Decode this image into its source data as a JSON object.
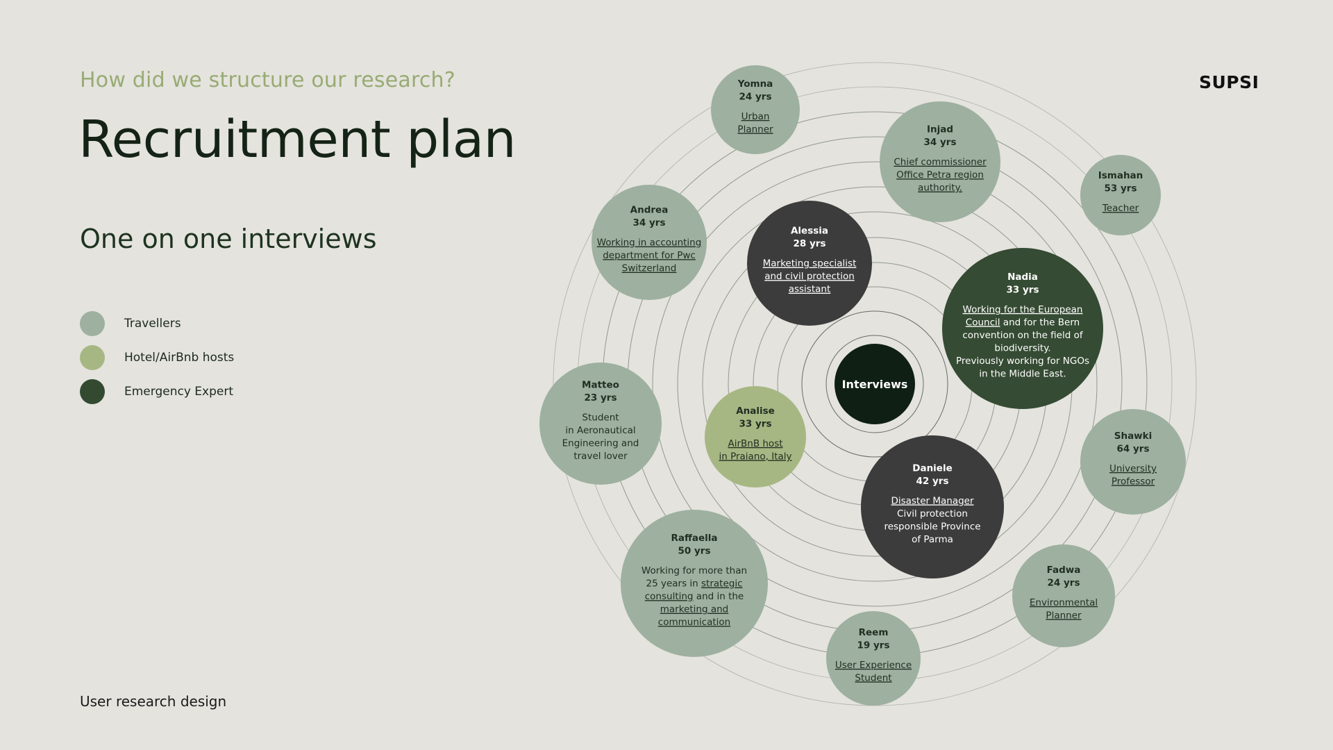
{
  "header": {
    "subtitle": "How did we structure our research?",
    "title": "Recruitment plan",
    "section": "One on one interviews",
    "brand": "SUPSI"
  },
  "footer": {
    "text": "User research design"
  },
  "legend": [
    {
      "label": "Travellers",
      "color": "#9eb09f"
    },
    {
      "label": "Hotel/AirBnb hosts",
      "color": "#a7b783"
    },
    {
      "label": "Emergency Expert",
      "color": "#334a31"
    }
  ],
  "colors": {
    "background": "#e4e3de",
    "traveller": "#9eb09f",
    "host": "#a7b783",
    "expert_dark": "#3c3c3c",
    "expert_green": "#354b33",
    "center": "#0f1f14",
    "rings": "#8a8f88"
  },
  "diagram": {
    "center_label": "Interviews",
    "nodes": [
      {
        "id": "yomna",
        "category": "traveller",
        "name": "Yomna",
        "age": "24 yrs",
        "lines": [
          [
            {
              "t": "Urban ",
              "u": true
            }
          ],
          [
            {
              "t": "Planner",
              "u": true
            }
          ]
        ]
      },
      {
        "id": "injad",
        "category": "traveller",
        "name": "Injad",
        "age": "34 yrs",
        "lines": [
          [
            {
              "t": "Chief commissioner",
              "u": true
            }
          ],
          [
            {
              "t": "Office Petra region",
              "u": true
            }
          ],
          [
            {
              "t": "authority.",
              "u": true
            }
          ]
        ]
      },
      {
        "id": "ismahan",
        "category": "traveller",
        "name": "Ismahan",
        "age": "53 yrs",
        "lines": [
          [
            {
              "t": "Teacher",
              "u": true
            }
          ]
        ]
      },
      {
        "id": "andrea",
        "category": "traveller",
        "name": "Andrea",
        "age": "34 yrs",
        "lines": [
          [
            {
              "t": "Working in accounting",
              "u": true
            }
          ],
          [
            {
              "t": "department for Pwc",
              "u": true
            }
          ],
          [
            {
              "t": "Switzerland",
              "u": true
            }
          ]
        ]
      },
      {
        "id": "alessia",
        "category": "expert_dark",
        "name": "Alessia",
        "age": "28 yrs",
        "lines": [
          [
            {
              "t": "Marketing specialist ",
              "u": true
            }
          ],
          [
            {
              "t": "and civil protection",
              "u": true
            }
          ],
          [
            {
              "t": "assistant",
              "u": true
            }
          ]
        ]
      },
      {
        "id": "nadia",
        "category": "expert_green",
        "name": "Nadia",
        "age": "33 yrs",
        "lines": [
          [
            {
              "t": "Working for the European",
              "u": true
            }
          ],
          [
            {
              "t": "Council",
              "u": true
            },
            {
              "t": " and for the Bern",
              "u": false
            }
          ],
          [
            {
              "t": "convention on the field of",
              "u": false
            }
          ],
          [
            {
              "t": "biodiversity.",
              "u": false
            }
          ],
          [
            {
              "t": "Previously working for NGOs",
              "u": false
            }
          ],
          [
            {
              "t": "in the Middle East.",
              "u": false
            }
          ]
        ]
      },
      {
        "id": "matteo",
        "category": "traveller",
        "name": "Matteo",
        "age": "23 yrs",
        "lines": [
          [
            {
              "t": "Student",
              "u": false
            }
          ],
          [
            {
              "t": "in Aeronautical",
              "u": false
            }
          ],
          [
            {
              "t": "Engineering and",
              "u": false
            }
          ],
          [
            {
              "t": "travel lover",
              "u": false
            }
          ]
        ]
      },
      {
        "id": "analise",
        "category": "host",
        "name": "Analise",
        "age": "33 yrs",
        "lines": [
          [
            {
              "t": "AirBnB host ",
              "u": true
            }
          ],
          [
            {
              "t": "in Praiano, Italy",
              "u": true
            }
          ]
        ]
      },
      {
        "id": "daniele",
        "category": "expert_dark",
        "name": "Daniele",
        "age": "42 yrs",
        "lines": [
          [
            {
              "t": "Disaster Manager",
              "u": true
            }
          ],
          [
            {
              "t": "Civil protection",
              "u": false
            }
          ],
          [
            {
              "t": "responsible Province",
              "u": false
            }
          ],
          [
            {
              "t": "of Parma",
              "u": false
            }
          ]
        ]
      },
      {
        "id": "shawki",
        "category": "traveller",
        "name": "Shawki",
        "age": "64 yrs",
        "lines": [
          [
            {
              "t": "University",
              "u": true
            }
          ],
          [
            {
              "t": "Professor",
              "u": true
            }
          ]
        ]
      },
      {
        "id": "raffaella",
        "category": "traveller",
        "name": "Raffaella",
        "age": "50 yrs",
        "lines": [
          [
            {
              "t": "Working for more than",
              "u": false
            }
          ],
          [
            {
              "t": "25 years in ",
              "u": false
            },
            {
              "t": "strategic",
              "u": true
            }
          ],
          [
            {
              "t": "consulting",
              "u": true
            },
            {
              "t": " and in the",
              "u": false
            }
          ],
          [
            {
              "t": "marketing and",
              "u": true
            }
          ],
          [
            {
              "t": "communication",
              "u": true
            }
          ]
        ]
      },
      {
        "id": "fadwa",
        "category": "traveller",
        "name": "Fadwa",
        "age": "24 yrs",
        "lines": [
          [
            {
              "t": "Environmental ",
              "u": true
            }
          ],
          [
            {
              "t": "Planner",
              "u": true
            }
          ]
        ]
      },
      {
        "id": "reem",
        "category": "traveller",
        "name": "Reem",
        "age": "19 yrs",
        "lines": [
          [
            {
              "t": "User Experience ",
              "u": true
            }
          ],
          [
            {
              "t": "Student",
              "u": true
            }
          ]
        ]
      }
    ]
  }
}
